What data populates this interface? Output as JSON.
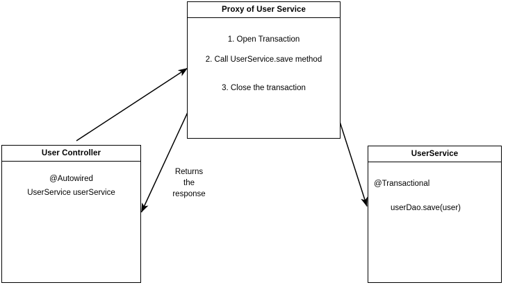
{
  "diagram": {
    "title": "Spring @Transactional proxy flow diagram",
    "background_color": "#ffffff",
    "stroke_color": "#000000"
  },
  "nodes": {
    "proxy": {
      "header": "Proxy of User Service",
      "lines": [
        "1. Open Transaction",
        "2. Call UserService.save method",
        "3. Close the transaction"
      ]
    },
    "controller": {
      "header": "User Controller",
      "lines": [
        "@Autowired",
        "UserService userService"
      ]
    },
    "service": {
      "header": "UserService",
      "lines": [
        "@Transactional",
        "userDao.save(user)"
      ]
    }
  },
  "edges": {
    "controller_to_proxy": {
      "label": ""
    },
    "proxy_to_controller": {
      "label": "Returns\nthe\nresponse"
    },
    "proxy_to_service": {
      "label": ""
    }
  }
}
